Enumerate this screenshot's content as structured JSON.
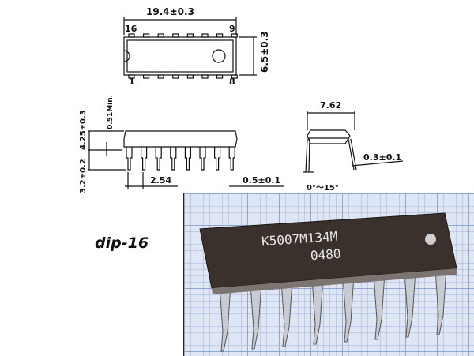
{
  "top_view": {
    "length_dim": "19.4±0.3",
    "width_dim": "6.5±0.3",
    "pin_16": "16",
    "pin_9": "9",
    "pin_1": "1",
    "pin_8": "8"
  },
  "side_view": {
    "standoff_dim": "0.51Min.",
    "body_height_dim": "4.25±0.3",
    "lead_length_dim": "3.2±0.2",
    "pitch_dim": "2.54",
    "lead_width_dim": "0.5±0.1"
  },
  "end_view": {
    "row_spacing_dim": "7.62",
    "lead_thickness_dim": "0.3±0.1",
    "lead_angle_dim": "0°～15°"
  },
  "package_label": "dip-16",
  "photo": {
    "marking_line1": "K5007M134M",
    "marking_line2": "0480"
  }
}
